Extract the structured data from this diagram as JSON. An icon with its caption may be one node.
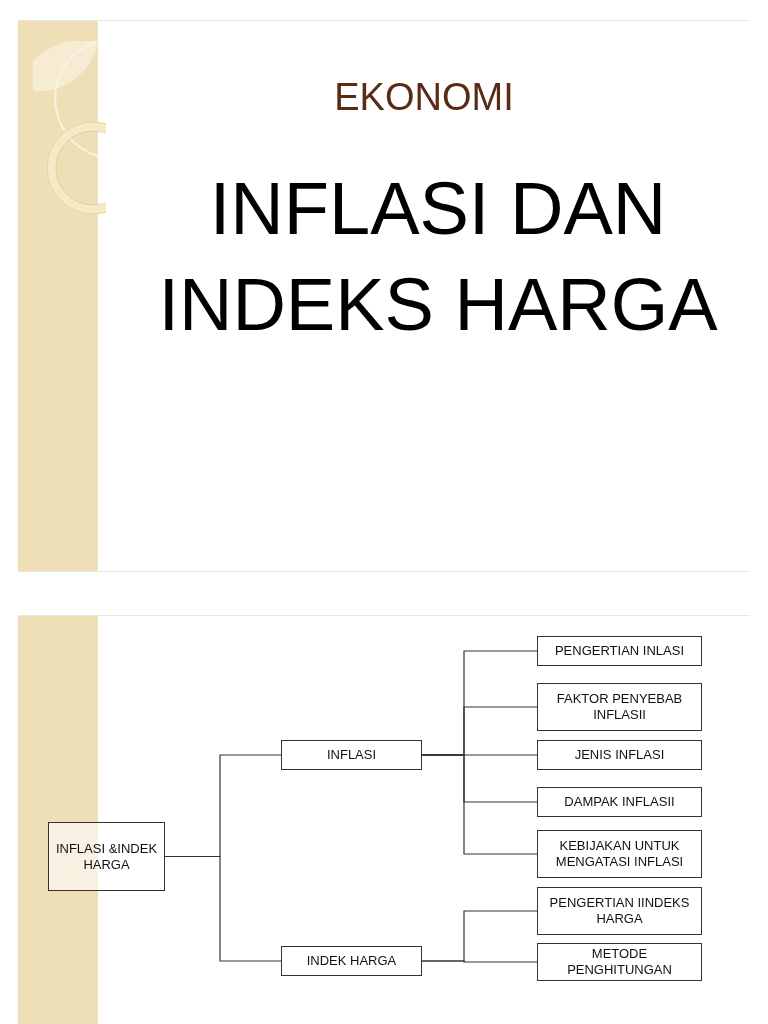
{
  "diagram": {
    "title": "INFLASI DAN INDEKS HARGA",
    "nodes": [
      {
        "text": [
          "INFLASI &INDEK HARGA"
        ]
      },
      {
        "text": [
          "INFLASI"
        ]
      },
      {
        "text": [
          "INDEK HARGA"
        ]
      },
      {
        "text": [
          "PENGERTIAN INLASI"
        ]
      },
      {
        "text": [
          "FAKTOR PENYEBAB INFLASII"
        ]
      },
      {
        "text": [
          "JENIS INFLASI"
        ]
      },
      {
        "text": [
          "DAMPAK INFLASII"
        ]
      },
      {
        "text": [
          "KEBIJAKAN UNTUK MENGATASI INFLASI"
        ]
      },
      {
        "text": [
          "PENGERTIAN IINDEKS HARGA"
        ]
      },
      {
        "text": [
          "METODE PENGHITUNGAN"
        ]
      }
    ],
    "edges": [
      {
        "from": 0,
        "to": 1,
        "arrow": "none"
      },
      {
        "from": 0,
        "to": 2,
        "arrow": "none"
      },
      {
        "from": 1,
        "to": 3,
        "arrow": "none"
      },
      {
        "from": 1,
        "to": 4,
        "arrow": "none"
      },
      {
        "from": 1,
        "to": 5,
        "arrow": "none"
      },
      {
        "from": 1,
        "to": 6,
        "arrow": "none"
      },
      {
        "from": 1,
        "to": 7,
        "arrow": "none"
      },
      {
        "from": 2,
        "to": 8,
        "arrow": "none"
      },
      {
        "from": 2,
        "to": 9,
        "arrow": "none"
      }
    ],
    "labels": [
      "EKONOMI"
    ]
  }
}
